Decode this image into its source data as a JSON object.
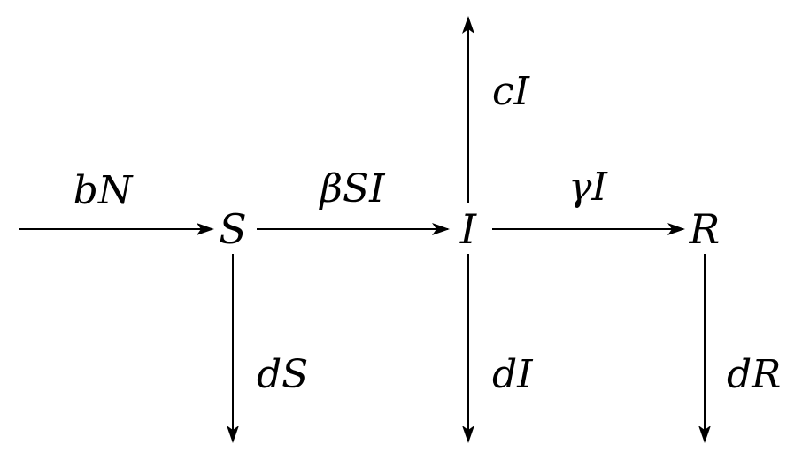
{
  "nodes": {
    "S": "S",
    "I": "I",
    "R": "R"
  },
  "rates": {
    "birth": "bN",
    "infection": "βSI",
    "recovery": "γI",
    "disease_death": "cI",
    "death_s": "dS",
    "death_i": "dI",
    "death_r": "dR"
  },
  "colors": {
    "ink": "#000000",
    "background": "#ffffff"
  }
}
